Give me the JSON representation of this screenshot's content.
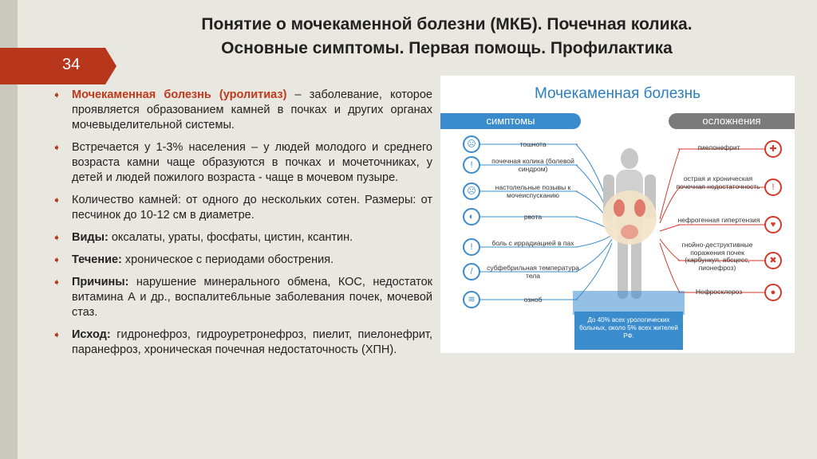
{
  "slide": {
    "title_line1": "Понятие о мочекаменной болезни (МКБ). Почечная колика.",
    "title_line2": "Основные симптомы. Первая помощь. Профилактика",
    "page_number": "34"
  },
  "content": {
    "item1": {
      "term": "Мочекаменная болезнь (уролитиаз)",
      "text": " – заболевание, которое проявляется образованием камней в почках и других органах мочевыделительной системы."
    },
    "item2": {
      "text": "Встречается у 1-3% населения – у людей молодого и  среднего возраста камни чаще образуются в почках и мочеточниках, у детей и людей пожилого возраста - чаще в мочевом пузыре."
    },
    "item3": {
      "text": "Количество камней: от одного до нескольких сотен. Размеры: от песчинок до 10-12 см в диаметре."
    },
    "item4": {
      "label": "Виды:",
      "text": " оксалаты, ураты, фосфаты, цистин, ксантин."
    },
    "item5": {
      "label": "Течение:",
      "text": " хроническое с периодами обострения."
    },
    "item6": {
      "label": "Причины:",
      "text": " нарушение минерального обмена, КОС, недостаток витамина А и др., воспалите6льные заболевания почек, мочевой стаз."
    },
    "item7": {
      "label": "Исход:",
      "text": " гидронефроз, гидроуретронефроз, пиелит, пиелонефрит, паранефроз, хроническая почечная недостаточность (ХПН)."
    }
  },
  "infographic": {
    "title": "Мочекаменная болезнь",
    "symptoms_header": "симптомы",
    "complications_header": "осложнения",
    "symptoms": [
      "тошнота",
      "почечная колика (болевой синдром)",
      "настолельные позывы к мочеиспусканию",
      "рвота",
      "боль с иррадиацией в пах",
      "субфебрильная температура тела",
      "озноб"
    ],
    "complications": [
      "пиелонефрит",
      "острая и хроническая почечная недостаточность",
      "нефрогенная гипертензия",
      "гнойно-деструктивные поражения почек (карбункул, абсцесс, пионефроз)",
      "Нефросклероз"
    ],
    "stat": "До 40% всех урологических больных, около 5% всех жителей РФ."
  },
  "colors": {
    "accent": "#b8371c",
    "symptoms_blue": "#3a8ccd",
    "complications_gray": "#7b7b7b"
  }
}
